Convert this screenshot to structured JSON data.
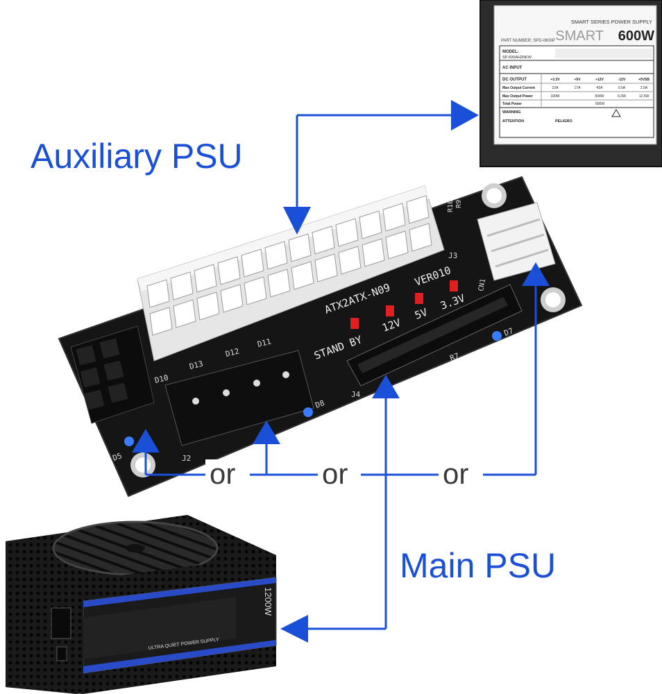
{
  "labels": {
    "auxiliary": "Auxiliary PSU",
    "main": "Main PSU",
    "or": "or"
  },
  "aux_psu_sticker": {
    "series": "SMART SERIES POWER SUPPLY",
    "model_prefix": "SMART",
    "wattage": "600W",
    "part_number": "PART NUMBER: SPD-0600P",
    "model_label": "MODEL:",
    "model_value": "SP-600AH2NKW",
    "ac_input": "AC INPUT",
    "dc_output": "DC OUTPUT",
    "rails": [
      "+3.3V",
      "+5V",
      "+12V",
      "-12V",
      "+5VSB"
    ],
    "max_current_label": "Max Output Current",
    "max_current": [
      "22A",
      "17A",
      "42A",
      "0.5A",
      "2.5A"
    ],
    "max_power_label": "Max Output Power",
    "max_power": [
      "100W",
      "",
      "504W",
      "6.0W",
      "12.5W"
    ],
    "total_power_label": "Total Power",
    "total_power": "600W",
    "warning": "WARNING",
    "attention": "ATTENTION",
    "peligro": "PELIGRO"
  },
  "board": {
    "model": "ATX2ATX-N09",
    "version": "VER010",
    "voltages": [
      "STAND BY",
      "12V",
      "5V",
      "3.3V"
    ],
    "refs": [
      "J2",
      "J3",
      "J4",
      "D13",
      "D12",
      "D11",
      "D10",
      "D8",
      "D7",
      "D5",
      "R7",
      "R9",
      "R10",
      "CN1"
    ]
  },
  "main_psu": {
    "wattage": "1200W",
    "brand_line": "ULTRA QUIET POWER SUPPLY"
  },
  "colors": {
    "arrow": "#1a4fd8",
    "label": "#1a4fd8",
    "board": "#141414",
    "connector": "#ececec",
    "led_red": "#e02020",
    "led_blue": "#3a7cff"
  }
}
